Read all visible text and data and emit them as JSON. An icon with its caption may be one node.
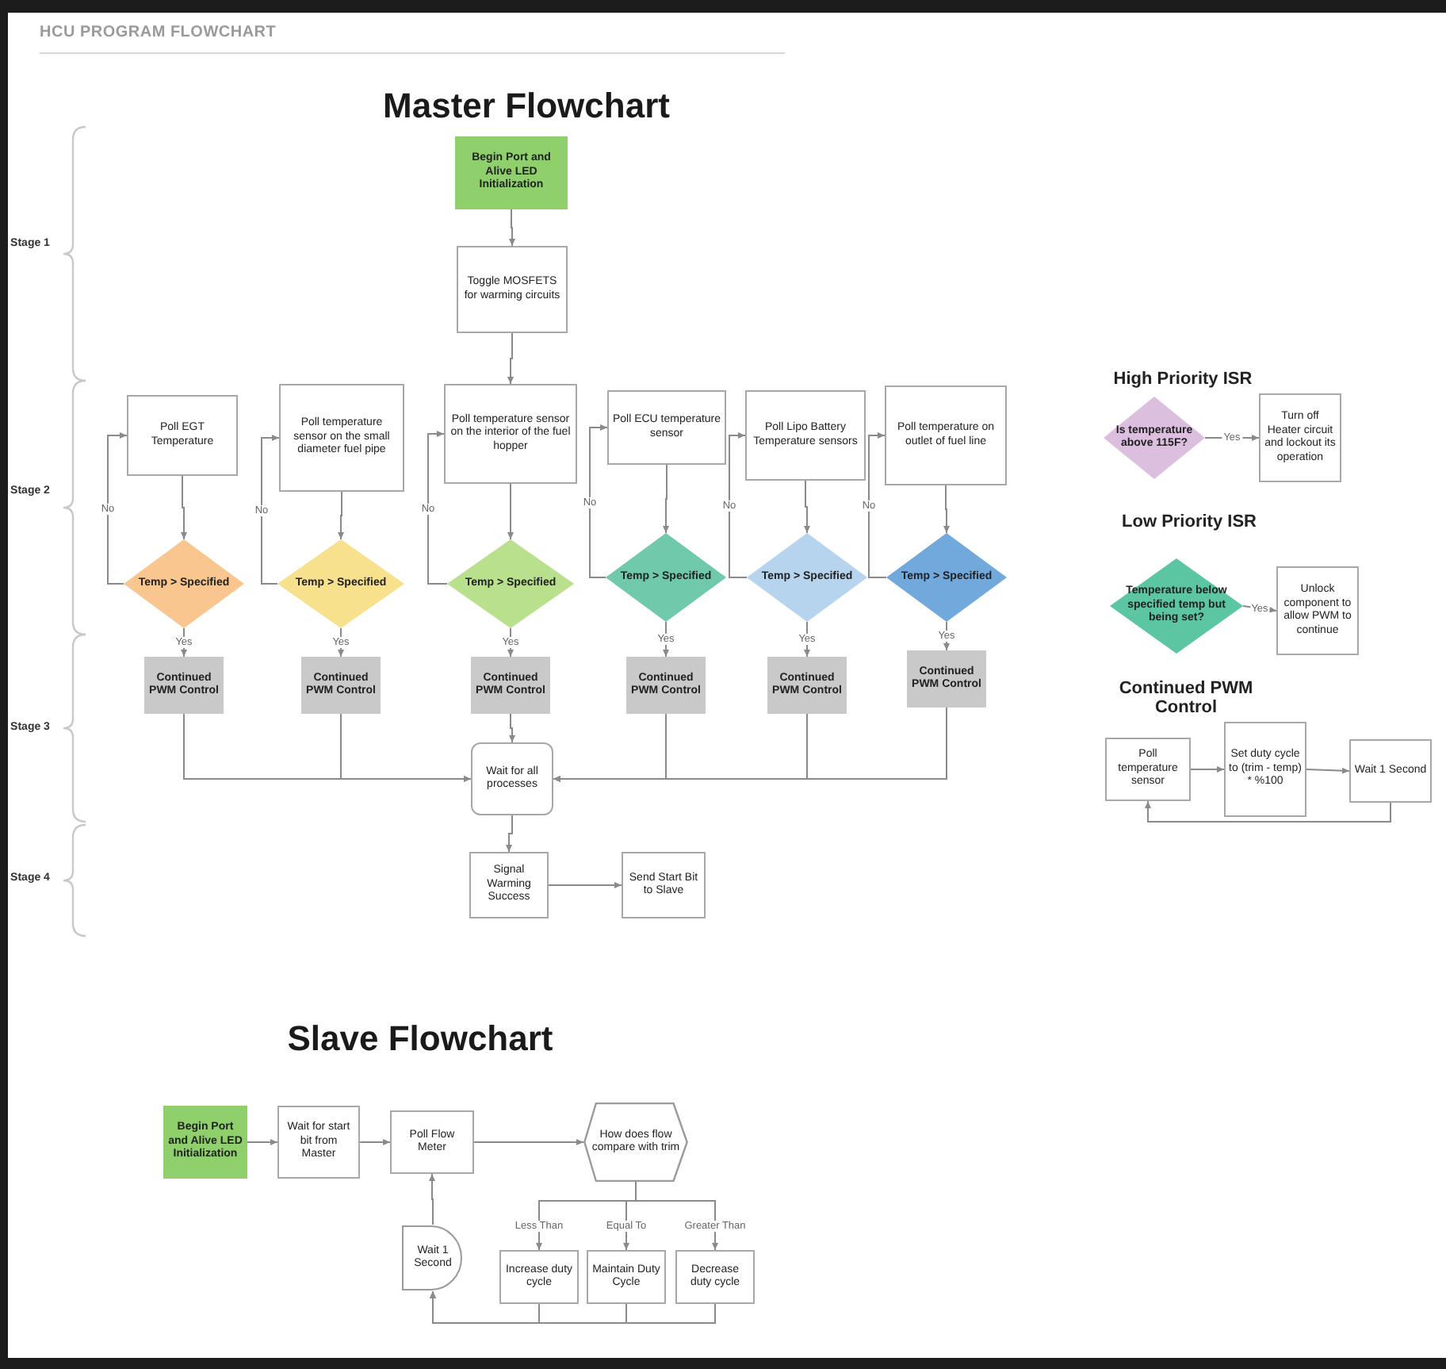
{
  "diagram": {
    "title": "HCU PROGRAM FLOWCHART",
    "nodes": [
      {
        "text": [
          "Begin Port and Alive LED Initialization"
        ]
      },
      {
        "text": [
          "Toggle MOSFETS for warming circuits"
        ]
      },
      {
        "text": [
          "Poll EGT Temperature"
        ]
      },
      {
        "text": [
          "Poll temperature sensor on the small diameter fuel pipe"
        ]
      },
      {
        "text": [
          "Poll temperature sensor on the interior of the fuel hopper"
        ]
      },
      {
        "text": [
          "Poll ECU temperature sensor"
        ]
      },
      {
        "text": [
          "Poll Lipo Battery Temperature sensors"
        ]
      },
      {
        "text": [
          "Poll temperature on outlet of fuel line"
        ]
      },
      {
        "text": [
          "Temp > Specified"
        ]
      },
      {
        "text": [
          "Temp > Specified"
        ]
      },
      {
        "text": [
          "Temp > Specified"
        ]
      },
      {
        "text": [
          "Temp > Specified"
        ]
      },
      {
        "text": [
          "Temp > Specified"
        ]
      },
      {
        "text": [
          "Temp > Specified"
        ]
      },
      {
        "text": [
          "Continued PWM Control"
        ]
      },
      {
        "text": [
          "Continued PWM Control"
        ]
      },
      {
        "text": [
          "Continued PWM Control"
        ]
      },
      {
        "text": [
          "Continued PWM Control"
        ]
      },
      {
        "text": [
          "Continued PWM Control"
        ]
      },
      {
        "text": [
          "Continued PWM Control"
        ]
      },
      {
        "text": [
          "Wait for all processes"
        ]
      },
      {
        "text": [
          "Signal Warming Success"
        ]
      },
      {
        "text": [
          "Send Start Bit to Slave"
        ]
      },
      {
        "text": [
          "Is temperature above 115F?"
        ]
      },
      {
        "text": [
          "Turn off Heater circuit and lockout its operation"
        ]
      },
      {
        "text": [
          "Temperature below specified temp but being set?"
        ]
      },
      {
        "text": [
          "Unlock component to allow PWM to continue"
        ]
      },
      {
        "text": [
          "Poll temperature sensor"
        ]
      },
      {
        "text": [
          "Set duty cycle to (trim - temp) * %100"
        ]
      },
      {
        "text": [
          "Wait 1 Second"
        ]
      },
      {
        "text": [
          "Begin Port and Alive LED Initialization"
        ]
      },
      {
        "text": [
          "Wait for start bit from Master"
        ]
      },
      {
        "text": [
          "Poll Flow Meter"
        ]
      },
      {
        "text": [
          "How does flow compare with trim"
        ]
      },
      {
        "text": [
          "Wait 1 Second"
        ]
      },
      {
        "text": [
          "Increase duty cycle"
        ]
      },
      {
        "text": [
          "Maintain Duty Cycle"
        ]
      },
      {
        "text": [
          "Decrease duty cycle"
        ]
      }
    ],
    "edges": [
      {
        "from": 0,
        "to": 1,
        "arrow": "to"
      },
      {
        "from": 1,
        "to": 4,
        "arrow": "to"
      },
      {
        "from": 2,
        "to": 8,
        "arrow": "to"
      },
      {
        "from": 8,
        "to": 2,
        "arrow": "to",
        "label": "No"
      },
      {
        "from": 8,
        "to": 14,
        "arrow": "to",
        "label": "Yes"
      },
      {
        "from": 3,
        "to": 9,
        "arrow": "to"
      },
      {
        "from": 9,
        "to": 3,
        "arrow": "to",
        "label": "No"
      },
      {
        "from": 9,
        "to": 15,
        "arrow": "to",
        "label": "Yes"
      },
      {
        "from": 4,
        "to": 10,
        "arrow": "to"
      },
      {
        "from": 10,
        "to": 4,
        "arrow": "to",
        "label": "No"
      },
      {
        "from": 10,
        "to": 16,
        "arrow": "to",
        "label": "Yes"
      },
      {
        "from": 5,
        "to": 11,
        "arrow": "to"
      },
      {
        "from": 11,
        "to": 5,
        "arrow": "to",
        "label": "No"
      },
      {
        "from": 11,
        "to": 17,
        "arrow": "to",
        "label": "Yes"
      },
      {
        "from": 6,
        "to": 12,
        "arrow": "to"
      },
      {
        "from": 12,
        "to": 6,
        "arrow": "to",
        "label": "No"
      },
      {
        "from": 12,
        "to": 18,
        "arrow": "to",
        "label": "Yes"
      },
      {
        "from": 7,
        "to": 13,
        "arrow": "to"
      },
      {
        "from": 13,
        "to": 7,
        "arrow": "to",
        "label": "No"
      },
      {
        "from": 13,
        "to": 19,
        "arrow": "to",
        "label": "Yes"
      },
      {
        "from": 14,
        "to": 20,
        "arrow": "to"
      },
      {
        "from": 15,
        "to": 20,
        "arrow": "to"
      },
      {
        "from": 16,
        "to": 20,
        "arrow": "to"
      },
      {
        "from": 17,
        "to": 20,
        "arrow": "to"
      },
      {
        "from": 18,
        "to": 20,
        "arrow": "to"
      },
      {
        "from": 19,
        "to": 20,
        "arrow": "to"
      },
      {
        "from": 20,
        "to": 21,
        "arrow": "to"
      },
      {
        "from": 21,
        "to": 22,
        "arrow": "to"
      },
      {
        "from": 23,
        "to": 24,
        "arrow": "to",
        "label": "Yes"
      },
      {
        "from": 25,
        "to": 26,
        "arrow": "to",
        "label": "Yes"
      },
      {
        "from": 27,
        "to": 28,
        "arrow": "to"
      },
      {
        "from": 28,
        "to": 29,
        "arrow": "to"
      },
      {
        "from": 29,
        "to": 27,
        "arrow": "to"
      },
      {
        "from": 30,
        "to": 31,
        "arrow": "to"
      },
      {
        "from": 31,
        "to": 32,
        "arrow": "to"
      },
      {
        "from": 32,
        "to": 33,
        "arrow": "to"
      },
      {
        "from": 33,
        "to": 35,
        "arrow": "to",
        "label": "Less Than"
      },
      {
        "from": 33,
        "to": 36,
        "arrow": "to",
        "label": "Equal To"
      },
      {
        "from": 33,
        "to": 37,
        "arrow": "to",
        "label": "Greater Than"
      },
      {
        "from": 35,
        "to": 34,
        "arrow": "to"
      },
      {
        "from": 36,
        "to": 34,
        "arrow": "to"
      },
      {
        "from": 37,
        "to": 34,
        "arrow": "to"
      },
      {
        "from": 34,
        "to": 32,
        "arrow": "to"
      }
    ],
    "labels": [
      "Master Flowchart",
      "Stage 1",
      "Stage 2",
      "Stage 3",
      "Stage 4",
      "High Priority ISR",
      "Low Priority ISR",
      "Continued PWM Control",
      "Slave Flowchart"
    ]
  }
}
